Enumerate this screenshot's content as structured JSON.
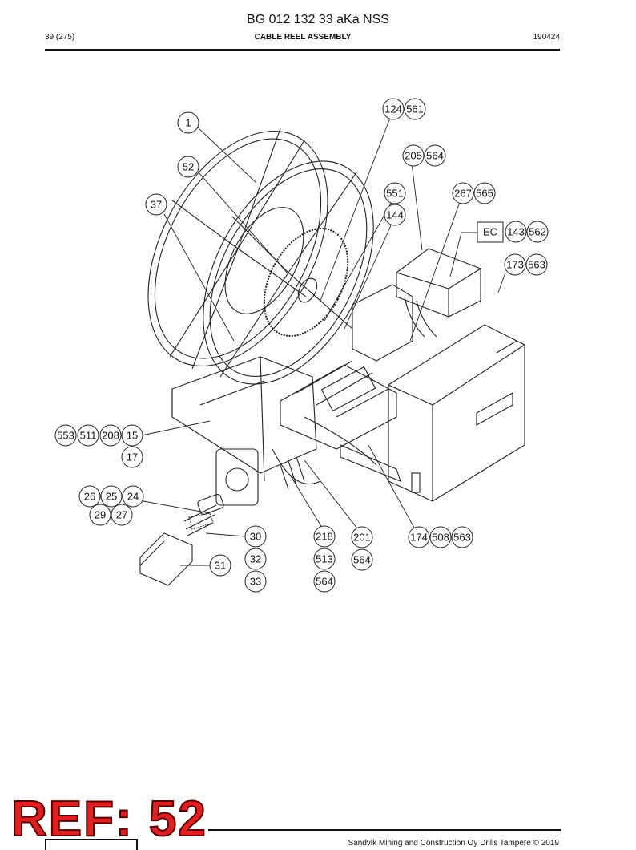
{
  "header": {
    "doc_title": "BG 012 132 33 aKa NSS",
    "page_number": "39 (275)",
    "section_title": "CABLE REEL ASSEMBLY",
    "date_code": "190424"
  },
  "callouts": {
    "c1": "1",
    "c52": "52",
    "c37": "37",
    "c124": "124",
    "c561": "561",
    "c205": "205",
    "c564a": "564",
    "c551": "551",
    "c144": "144",
    "c267": "267",
    "c565": "565",
    "ec": "EC",
    "c143": "143",
    "c562": "562",
    "c173": "173",
    "c563a": "563",
    "c553": "553",
    "c511": "511",
    "c208": "208",
    "c15": "15",
    "c17": "17",
    "c26": "26",
    "c25": "25",
    "c24": "24",
    "c29": "29",
    "c27": "27",
    "c30": "30",
    "c32": "32",
    "c33": "33",
    "c31": "31",
    "c218": "218",
    "c513": "513",
    "c564b": "564",
    "c201": "201",
    "c564c": "564",
    "c174": "174",
    "c508": "508",
    "c563b": "563"
  },
  "stamp": {
    "text": "REF: 52",
    "color": "#e02020"
  },
  "footer": {
    "copyright": "Sandvik Mining and Construction Oy Drills Tampere © 2019"
  }
}
